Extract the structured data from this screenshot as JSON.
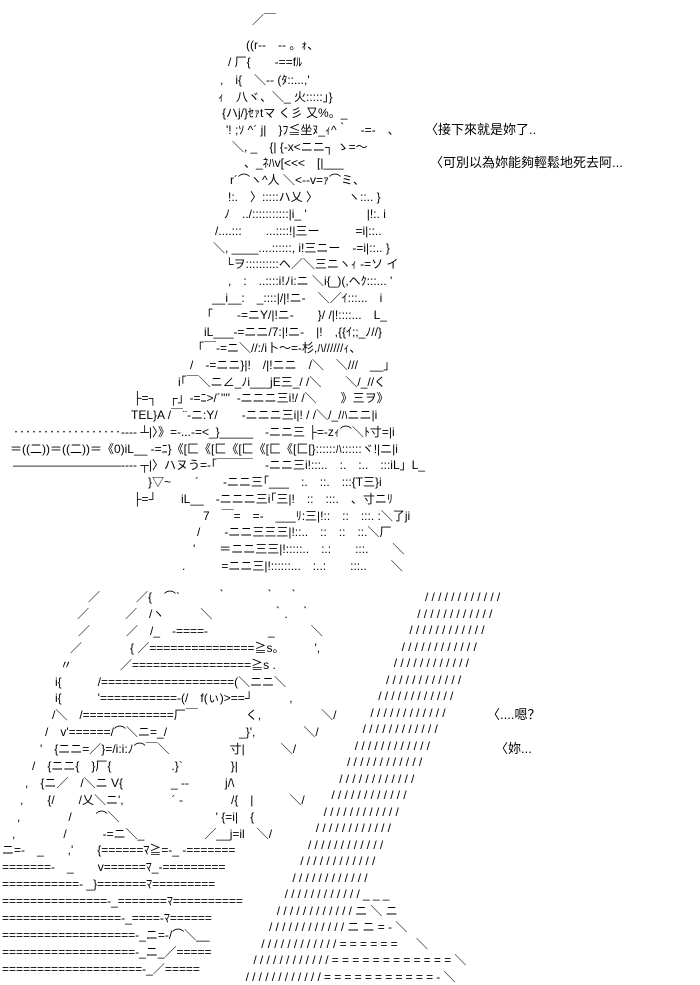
{
  "art": {
    "lines": [
      "／￣",
      "((r‐‐　‐‐ 。ｫ、",
      "/ 厂{　　‐==fﾙ",
      ",　i{　＼‐‐ (ﾀ::...,'",
      "ｨ　八ヾ、＼_ 火:::::」}",
      "{ハj/}ｾｧtマ く彡 又%。_",
      "'! ;ｿ ^´ j|　}ﾌ≦坐ﾇ_ｨ^｀　‐=‐　、",
      "＼, _　{| {‐x<ニニ┐ ゝ=～",
      "、_ﾈﾊv[<<<　[|___",
      "r´⌒ヽ^人 ＼<‐‐v=ｧ⌒ミ、",
      "!:.　〉:::::ハ乂 〉　　　ヽ::.. }",
      "ﾉ　../:::::::::::|i_ '　　　　　|!:. i",
      "/....:::　　...::::!|三ー　　　=i|::..",
      "＼, ____....::::::, i!三ニー　‐=i|::.. }",
      "└ヲ::::::::::ヘ／＼三ニヽｨ ‐=ソ イ",
      ",　:　..::::i!ﾉi:ニ ＼i{_)(,ヘｸ:::... '",
      "__i__:　_::::|/|!ニ‐　＼／ｲ:::...　i",
      "｢　　‐=ニY/|!ニ‐　　}/ /|!::::...　L_",
      "iL___‐=ニニ/7:|!ニ‐　|!　,{{ｲ;;_ﾉ//}",
      "｢￣‐=ニ＼//:/i卜～=‐杉,ﾊ//////ｨ、",
      "/　‐=ニニ}|!　/|!ニニ　/＼　＼///　__」",
      "i｢￣＼ニ∠_ﾉi___jE三_/ /＼　　＼/_//く",
      "├=┐　┌」‐=ﾆ>/´''''  ‐ニニニ三i!/ /＼　　》三ヲ》",
      "TEL}A /￣¨‐ニ:Y/　　‐ニニニ三i|! / /＼/_/ﾊニニ|i",
      "‥‥‥‥‥‥‥‥‥‐‐‐‐ ┴|〉》=‐...‐=<_}_____　‐ニニ三 ├=‐zｨ⌒＼ﾄ寸=|i",
      "＝((二))＝((二))＝《0)iL__ ‐=ﾆ}《[匚《[匚《[匚《[匚《[匚[}::::::ﾊ::::::ヾ!|ニ|i",
      "―――――――――‐‐‐‐ ┬|〉ハヌう=‐｢￣￣￣　‐ニニ三i!:::..　:.　:..　:::iL」L_",
      "}▽~　　´　　‐ニニ三｢___　:.　::.　:::{T三}i",
      "├=┘　　iL__　‐ニニニ三i｢三|!　::　:::.　、寸ニﾘ",
      "7　￣=　=‐　___ﾘ:三|!::　::　:::. :＼了ji",
      "/　　‐ニニ三三三|!::..　::　::　::.＼厂",
      "'　　＝ニニ三三|!:::::..　:.:　　:::.　　＼",
      ".　　　=ニニ三|!::::::...　:..:　　:::..　　＼",
      "／　　　／{　⌒`　　　｀　　　｀　｀",
      "／　　　／　/ヽ　　　＼　　　　　｀.　｀",
      "／　　　／　/_　‐====‐　　　　　_　　　＼",
      "／　　　　{ ／===============≧s。　　　',",
      "〃　　　　／=================≧s .",
      "i{　　　/===================(＼ニニ＼",
      "i{　　　'===========‐(/　f(ぃ)>==┘　　　,",
      "/＼　/=============厂￣　　　　く,　　　　　＼/",
      "/　v'======/⌒＼ニ=_/　　　　　　_}',　　　　＼/",
      "'　{ニニ=／}=/i:i:ﾉ⌒￣＼　　　　　寸|　　　＼/",
      "/　{ニニ{　}厂{　　　　　.}`　　　　}|",
      ",　{ニ／　/＼ニ V{　　　　_ ‐‐　　　j/\\",
      ",　　{/　　/乂＼ニ',　　　　´ ‐　　　　/{　|　　　＼/",
      ",　　　　/　　⌒＼　　　　　　　　' {=i|　{",
      ",　　　　/　　　‐=ニ＼_　　　　　／__j=il　＼/",
      "ニ=‐　_　　,'　　{======ﾏ≧=‐_ ‐=======",
      "=======‐　_　　v======ﾏ_‐=========",
      "===========‐ _}=======ﾏ=========",
      "===============‐_=======ﾏ==========",
      "=================‐_====‐ﾏ======",
      "===================‐_ニ=‐/⌒＼__",
      "===================‐_ニ_／=====",
      "====================‐_／====="
    ],
    "hatch": [
      "////////////",
      "////////////",
      "////////////",
      "////////////",
      "////////////",
      "////////////",
      "////////////",
      "////////////",
      "////////////",
      "////////////",
      "////////////",
      "////////////",
      "////////////",
      "////////////",
      "////////////",
      "////////////",
      "////////////",
      "////////////",
      "////////////___",
      "////////////ニ＼ニ",
      "////////////ニニ=‐＼",
      "////////////======　＼",
      "////////////============＼",
      "////////////===========‐＼"
    ]
  },
  "dialogue": [
    "〈接下來就是妳了..",
    "〈可別以為妳能夠輕鬆地死去阿...",
    "〈....嗯？",
    "〈妳..."
  ]
}
